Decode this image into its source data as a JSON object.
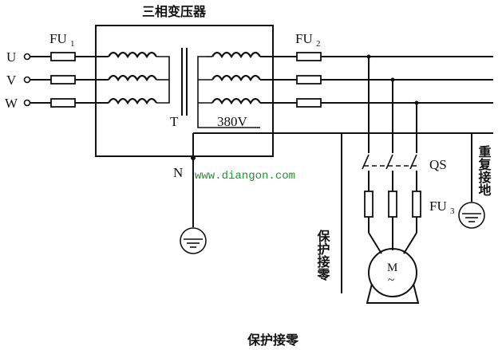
{
  "title": "三相变压器",
  "caption": "保护接零",
  "labels": {
    "phase_u": "U",
    "phase_v": "V",
    "phase_w": "W",
    "fu1": "FU",
    "fu1_sub": "1",
    "fu2": "FU",
    "fu2_sub": "2",
    "fu3": "FU",
    "fu3_sub": "3",
    "transformer": "T",
    "voltage": "380V",
    "neutral": "N",
    "switch": "QS",
    "motor": "M",
    "motor_ac": "~",
    "protective_zero": "保护接零",
    "repeat_ground": "重复接地"
  },
  "watermark": "www.diangon.com"
}
